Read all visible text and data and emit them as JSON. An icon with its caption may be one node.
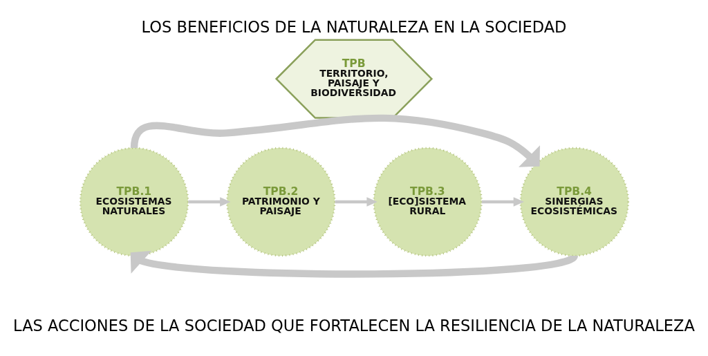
{
  "diagram": {
    "title": "LOS BENEFICIOS DE LA NATURALEZA EN LA SOCIEDAD",
    "caption": "LAS ACCIONES DE LA SOCIEDAD QUE FORTALECEN LA RESILIENCIA DE LA NATURALEZA",
    "nodes": [
      {
        "text": [
          "TPB",
          "TERRITORIO, PAISAJE Y BIODIVERSIDAD"
        ]
      },
      {
        "text": [
          "TPB.1",
          "ECOSISTEMAS NATURALES"
        ]
      },
      {
        "text": [
          "TPB.2",
          "PATRIMONIO Y PAISAJE"
        ]
      },
      {
        "text": [
          "TPB.3",
          "[ECO]SISTEMA RURAL"
        ]
      },
      {
        "text": [
          "TPB.4",
          "SINERGIAS ECOSISTÉMICAS"
        ]
      }
    ],
    "edges": [
      {
        "from": 1,
        "to": 4,
        "arrow": "to",
        "style": "thick"
      },
      {
        "from": 1,
        "to": 2,
        "arrow": "to"
      },
      {
        "from": 2,
        "to": 3,
        "arrow": "to"
      },
      {
        "from": 3,
        "to": 4,
        "arrow": "to"
      },
      {
        "from": 4,
        "to": 1,
        "arrow": "to",
        "style": "thick"
      }
    ]
  }
}
